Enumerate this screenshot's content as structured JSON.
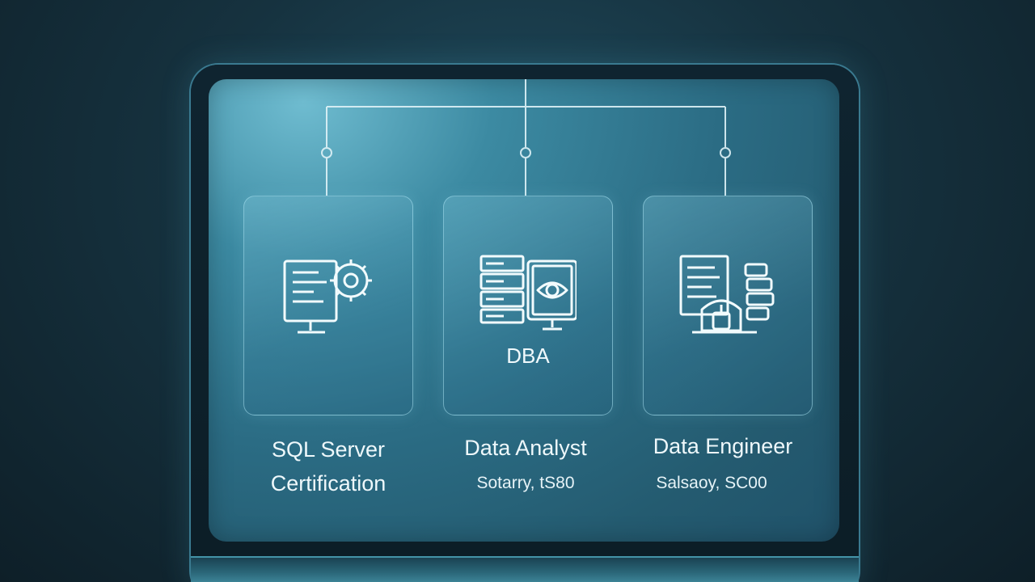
{
  "cards": [
    {
      "title_line1": "SQL Server",
      "title_line2": "Certification",
      "icon": "monitor-gear-icon"
    },
    {
      "title": "Data Analyst",
      "inner_label": "DBA",
      "subtitle": "Sotarry, tS80",
      "icon": "server-monitor-eye-icon"
    },
    {
      "title": "Data Engineer",
      "subtitle": "Salsaoy, SC00",
      "icon": "document-database-icon"
    }
  ],
  "colors": {
    "screen_accent": "#3c8aa2",
    "line": "#dff2f7",
    "text": "#eef8fb"
  }
}
